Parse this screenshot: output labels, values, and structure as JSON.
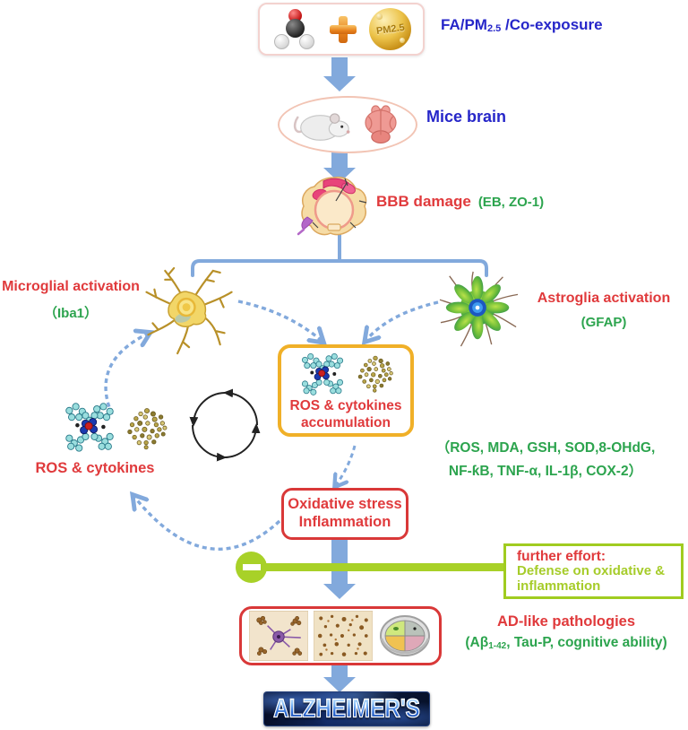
{
  "exposure": {
    "label_main": "FA/PM",
    "label_sub": "2.5",
    "label_tail": " /Co-exposure",
    "pm_sphere": "PM2.5"
  },
  "mice": {
    "label": "Mice brain"
  },
  "bbb": {
    "label": "BBB damage",
    "markers": "(EB, ZO-1)"
  },
  "microglia": {
    "label": "Microglial activation",
    "marker": "（Iba1）"
  },
  "astroglia": {
    "label": "Astroglia activation",
    "marker": "(GFAP)"
  },
  "accumulation": {
    "line1": "ROS & cytokines",
    "line2": "accumulation"
  },
  "biomarkers": {
    "line1": "（ROS, MDA, GSH, SOD,8-OHdG,",
    "line2": "NF-ƙB, TNF-α, IL-1β, COX-2）"
  },
  "oxidative": {
    "line1": "Oxidative stress",
    "line2": "Inflammation"
  },
  "inhibition": {
    "title": "further effort:",
    "line1": "Defense on oxidative &",
    "line2": "inflammation"
  },
  "cycle": {
    "label": "ROS & cytokines"
  },
  "pathologies": {
    "label": "AD-like pathologies",
    "marker_pre": "(Aβ",
    "marker_sub": "1-42",
    "marker_post": ", Tau-P, cognitive ability)"
  },
  "outcome": {
    "logo": "ALZHEIMER'S"
  },
  "colors": {
    "arrow_blue": "#82a9dc",
    "text_blue": "#2626c9",
    "text_red": "#e03a3c",
    "text_green": "#2ca44e",
    "lime_green": "#a6cc2a",
    "box_orange": "#f0b028",
    "box_red": "#d93838"
  }
}
